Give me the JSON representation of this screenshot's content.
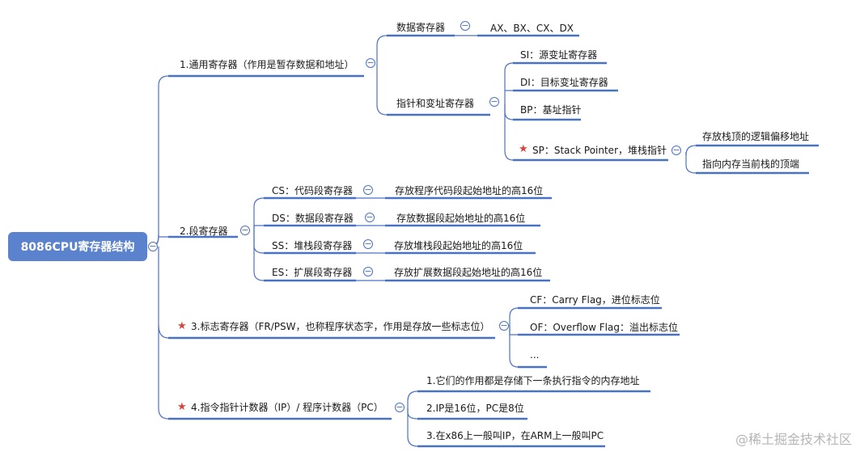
{
  "root": "8086CPU寄存器结构",
  "general": {
    "label": "1.通用寄存器（作用是暂存数据和地址）",
    "data_reg": {
      "label": "数据寄存器",
      "value": "AX、BX、CX、DX"
    },
    "ptr_reg": {
      "label": "指针和变址寄存器",
      "si": "SI：源变址寄存器",
      "di": "DI：目标变址寄存器",
      "bp": "BP：基址指针",
      "sp": {
        "label": "SP：Stack Pointer，堆栈指针",
        "notes": [
          "存放栈顶的逻辑偏移地址",
          "指向内存当前栈的顶端"
        ]
      }
    }
  },
  "segment": {
    "label": "2.段寄存器",
    "items": [
      {
        "label": "CS：代码段寄存器",
        "desc": "存放程序代码段起始地址的高16位"
      },
      {
        "label": "DS：数据段寄存器",
        "desc": "存放数据段起始地址的高16位"
      },
      {
        "label": "SS：堆栈段寄存器",
        "desc": "存放堆栈段起始地址的高16位"
      },
      {
        "label": "ES：扩展段寄存器",
        "desc": "存放扩展数据段起始地址的高16位"
      }
    ]
  },
  "flags": {
    "label": "3.标志寄存器（FR/PSW，也称程序状态字，作用是存放一些标志位）",
    "items": [
      "CF：Carry Flag，进位标志位",
      "OF：Overflow Flag：溢出标志位",
      "..."
    ]
  },
  "ip": {
    "label": "4.指令指针计数器（IP）/ 程序计数器（PC）",
    "items": [
      "1.它们的作用都是存储下一条执行指令的内存地址",
      "2.IP是16位，PC是8位",
      "3.在x86上一般叫IP，在ARM上一般叫PC"
    ]
  },
  "watermark": "@稀土掘金技术社区",
  "colors": {
    "root_fill": "#5b82cd",
    "line": "#4a72c4",
    "star": "#d9433b",
    "text": "#1a1a1a"
  }
}
